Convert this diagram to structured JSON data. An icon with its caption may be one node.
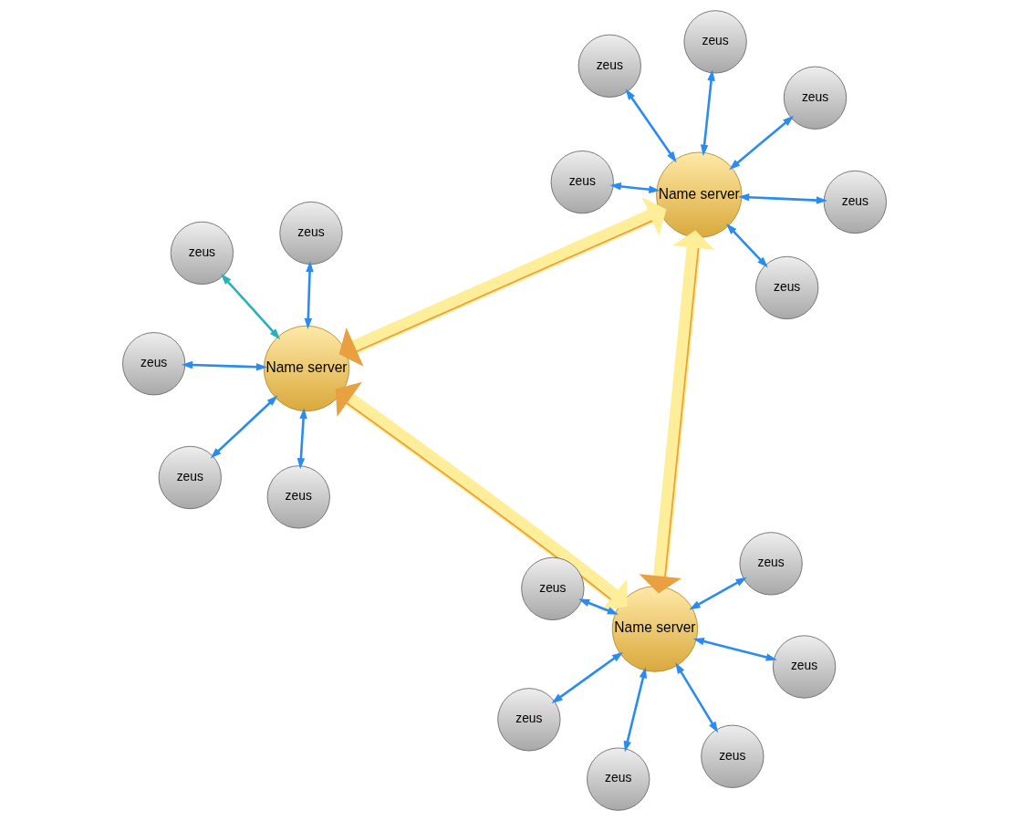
{
  "diagram": {
    "nodes": [
      {
        "text": [
          "Name server"
        ]
      },
      {
        "text": [
          "zeus"
        ]
      },
      {
        "text": [
          "zeus"
        ]
      },
      {
        "text": [
          "zeus"
        ]
      },
      {
        "text": [
          "zeus"
        ]
      },
      {
        "text": [
          "zeus"
        ]
      },
      {
        "text": [
          "Name server"
        ]
      },
      {
        "text": [
          "zeus"
        ]
      },
      {
        "text": [
          "zeus"
        ]
      },
      {
        "text": [
          "zeus"
        ]
      },
      {
        "text": [
          "zeus"
        ]
      },
      {
        "text": [
          "zeus"
        ]
      },
      {
        "text": [
          "zeus"
        ]
      },
      {
        "text": [
          "Name server"
        ]
      },
      {
        "text": [
          "zeus"
        ]
      },
      {
        "text": [
          "zeus"
        ]
      },
      {
        "text": [
          "zeus"
        ]
      },
      {
        "text": [
          "zeus"
        ]
      },
      {
        "text": [
          "zeus"
        ]
      },
      {
        "text": [
          "zeus"
        ]
      }
    ],
    "edges": [
      {
        "from": 1,
        "to": 0,
        "arrow": "both"
      },
      {
        "from": 2,
        "to": 0,
        "arrow": "both"
      },
      {
        "from": 3,
        "to": 0,
        "arrow": "both",
        "color": "#2ab0b8"
      },
      {
        "from": 4,
        "to": 0,
        "arrow": "both"
      },
      {
        "from": 5,
        "to": 0,
        "arrow": "both"
      },
      {
        "from": 7,
        "to": 6,
        "arrow": "both"
      },
      {
        "from": 8,
        "to": 6,
        "arrow": "both"
      },
      {
        "from": 9,
        "to": 6,
        "arrow": "both"
      },
      {
        "from": 10,
        "to": 6,
        "arrow": "both"
      },
      {
        "from": 11,
        "to": 6,
        "arrow": "both"
      },
      {
        "from": 12,
        "to": 6,
        "arrow": "both"
      },
      {
        "from": 14,
        "to": 13,
        "arrow": "both"
      },
      {
        "from": 15,
        "to": 13,
        "arrow": "both"
      },
      {
        "from": 16,
        "to": 13,
        "arrow": "both"
      },
      {
        "from": 17,
        "to": 13,
        "arrow": "both"
      },
      {
        "from": 18,
        "to": 13,
        "arrow": "both"
      },
      {
        "from": 19,
        "to": 13,
        "arrow": "both"
      },
      {
        "from": 0,
        "to": 6,
        "arrow": "both",
        "style": "thick",
        "color": "#ffee99"
      },
      {
        "from": 0,
        "to": 13,
        "arrow": "both",
        "style": "thick",
        "color": "#ffee99"
      },
      {
        "from": 6,
        "to": 13,
        "arrow": "both",
        "style": "thick",
        "color": "#ffee99"
      }
    ]
  }
}
